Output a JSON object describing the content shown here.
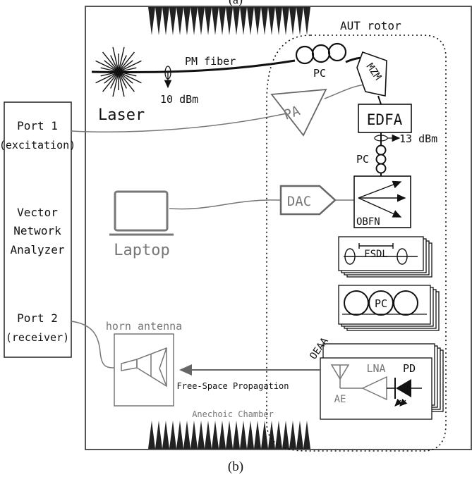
{
  "caption_top": "(a)",
  "caption_bottom": "(b)",
  "chamber": {
    "label": "Anechoic Chamber"
  },
  "vna": {
    "port1_name": "Port 1",
    "port1_role": "(excitation)",
    "title_line1": "Vector",
    "title_line2": "Network",
    "title_line3": "Analyzer",
    "port2_name": "Port 2",
    "port2_role": "(receiver)"
  },
  "laser": {
    "label": "Laser",
    "power": "10 dBm"
  },
  "fiber": {
    "label": "PM fiber"
  },
  "aut": {
    "label": "AUT rotor"
  },
  "components": {
    "pc_top": "PC",
    "mzm": "MZM",
    "pa": "PA",
    "edfa": "EDFA",
    "edfa_power": "13 dBm",
    "pc_mid": "PC",
    "dac": "DAC",
    "obfn": "OBFN",
    "fsdl": "FSDL",
    "pc_stack": "PC",
    "oeaa": "OEAA",
    "lna": "LNA",
    "pd": "PD",
    "ae": "AE"
  },
  "laptop": {
    "label": "Laptop"
  },
  "horn": {
    "label": "horn antenna"
  },
  "propagation": {
    "label": "Free-Space Propagation"
  },
  "colors": {
    "ink": "#111111",
    "grey": "#777777",
    "link": "#6f6f6f"
  }
}
